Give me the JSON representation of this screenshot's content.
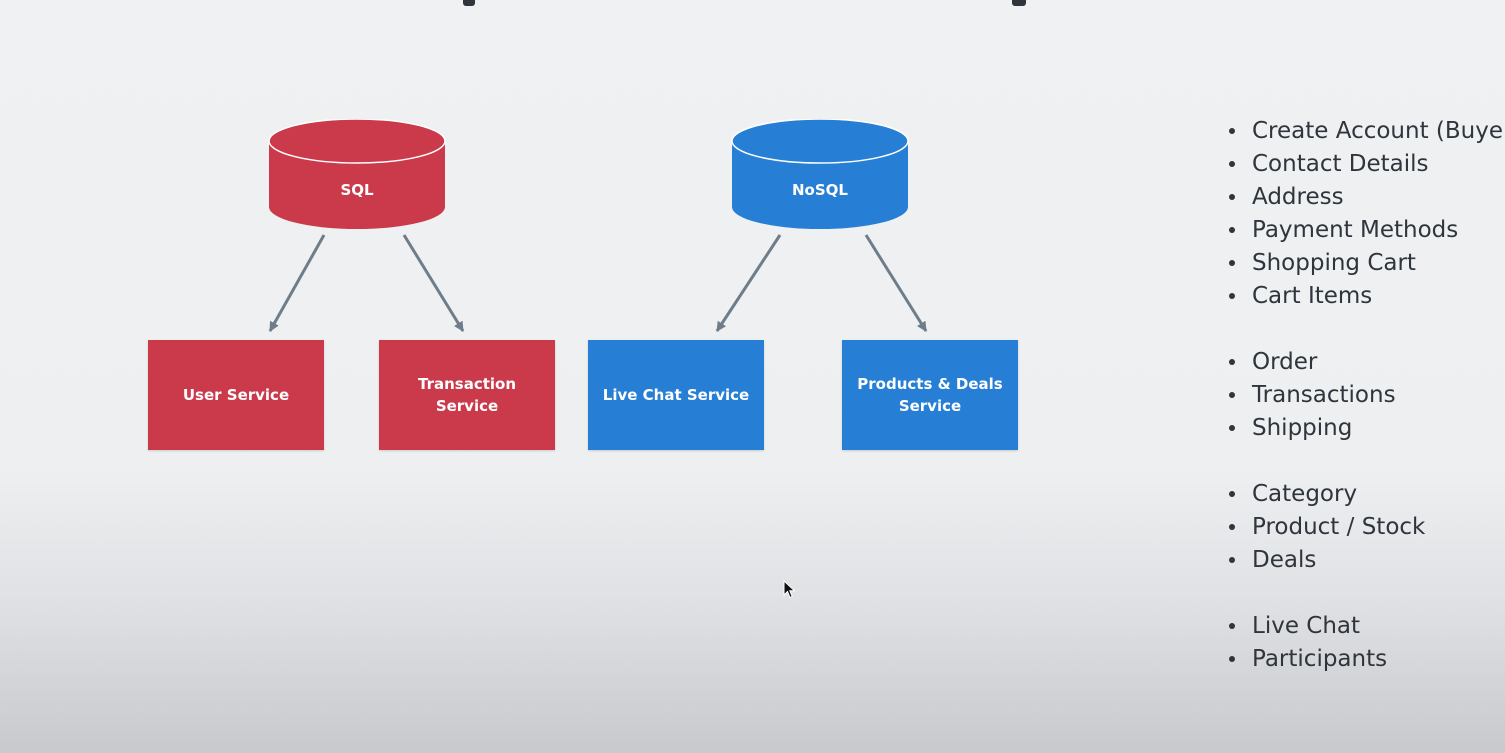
{
  "colors": {
    "sql": "#cb3a4b",
    "nosql": "#267fd4",
    "arrow": "#6e7d89",
    "text": "#2f353c"
  },
  "databases": {
    "sql": {
      "label": "SQL"
    },
    "nosql": {
      "label": "NoSQL"
    }
  },
  "services": {
    "user": "User Service",
    "transaction": "Transaction Service",
    "live_chat": "Live Chat Service",
    "products_deals": "Products & Deals Service"
  },
  "entities": [
    "Create Account (Buyer /",
    "Contact Details",
    "Address",
    "Payment Methods",
    "Shopping Cart",
    "Cart Items",
    "Order",
    "Transactions",
    "Shipping",
    "Category",
    "Product / Stock",
    "Deals",
    "Live Chat",
    "Participants"
  ],
  "icons": {
    "cursor": "mouse-pointer-icon",
    "bullet": "bullet-dot-icon"
  }
}
